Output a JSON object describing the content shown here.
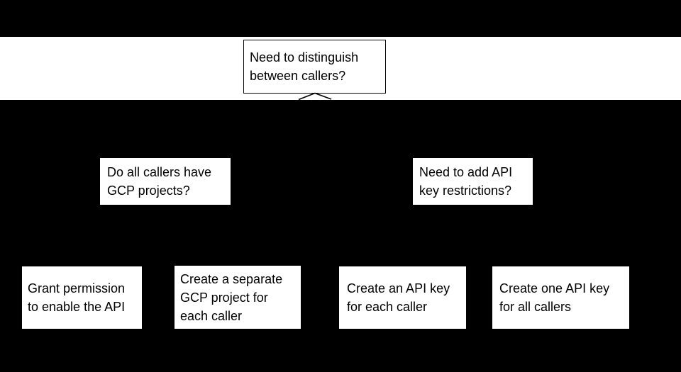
{
  "colors": {
    "background": "#000000",
    "band": "#ffffff",
    "node_fill": "#ffffff",
    "node_border": "#000000",
    "text": "#000000"
  },
  "nodes": {
    "root": {
      "label": "Need to distinguish between callers?",
      "lines": [
        "Need to distinguish",
        "between callers?"
      ]
    },
    "branch_left": {
      "label": "Do all callers have GCP projects?",
      "lines": [
        "Do all callers have",
        "GCP projects?"
      ]
    },
    "branch_right": {
      "label": "Need to add API key restrictions?",
      "lines": [
        "Need to add API",
        "key restrictions?"
      ]
    },
    "outcome_1": {
      "label": "Grant permission to enable the API",
      "lines": [
        "Grant permission",
        "to enable the API"
      ]
    },
    "outcome_2": {
      "label": "Create a separate GCP project for each caller",
      "lines": [
        "Create a separate",
        "GCP project for",
        "each caller"
      ]
    },
    "outcome_3": {
      "label": "Create an API key for each caller",
      "lines": [
        "Create an API key",
        "for each caller"
      ]
    },
    "outcome_4": {
      "label": "Create one API key for all callers",
      "lines": [
        "Create one API key",
        "for all callers"
      ]
    }
  }
}
